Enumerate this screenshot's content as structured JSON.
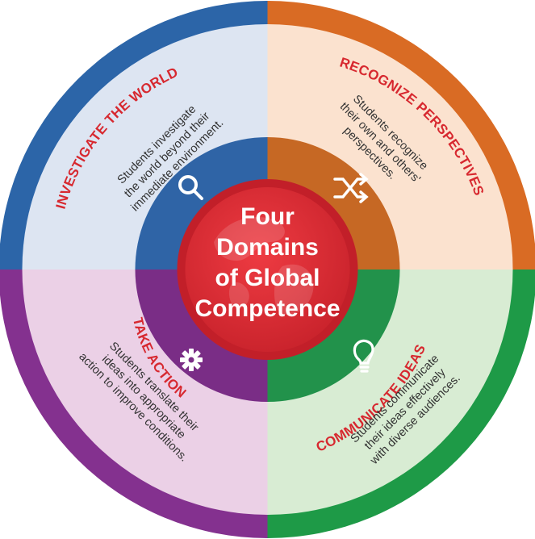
{
  "center": {
    "lines": [
      "Four",
      "Domains",
      "of Global",
      "Competence"
    ]
  },
  "quadrants": [
    {
      "key": "investigate",
      "title": "INVESTIGATE THE WORLD",
      "body": [
        "Students investigate",
        "the world beyond their",
        "immediate environment."
      ],
      "icon": "magnifier-icon",
      "outer_color": "#2c65a8",
      "fill_color": "#dde5f2",
      "inner_color": "#2f64a6"
    },
    {
      "key": "recognize",
      "title": "RECOGNIZE PERSPECTIVES",
      "body": [
        "Students recognize",
        "their own and others'",
        "perspectives."
      ],
      "icon": "shuffle-icon",
      "outer_color": "#d96b24",
      "fill_color": "#fbe2cf",
      "inner_color": "#c66824"
    },
    {
      "key": "communicate",
      "title": "COMMUNICATE IDEAS",
      "body": [
        "Students communicate",
        "their ideas effectively",
        "with diverse audiences."
      ],
      "icon": "lightbulb-icon",
      "outer_color": "#1e9a47",
      "fill_color": "#d8ecd3",
      "inner_color": "#22924b"
    },
    {
      "key": "action",
      "title": "TAKE ACTION",
      "body": [
        "Students translate their",
        "ideas into appropriate",
        "action to improve conditions."
      ],
      "icon": "gear-icon",
      "outer_color": "#84318f",
      "fill_color": "#ebd0e6",
      "inner_color": "#7a2d86"
    }
  ],
  "colors": {
    "center_red": "#e12a33",
    "center_ring": "#c21f29",
    "title_red": "#d7282f",
    "icon_white": "#ffffff"
  }
}
